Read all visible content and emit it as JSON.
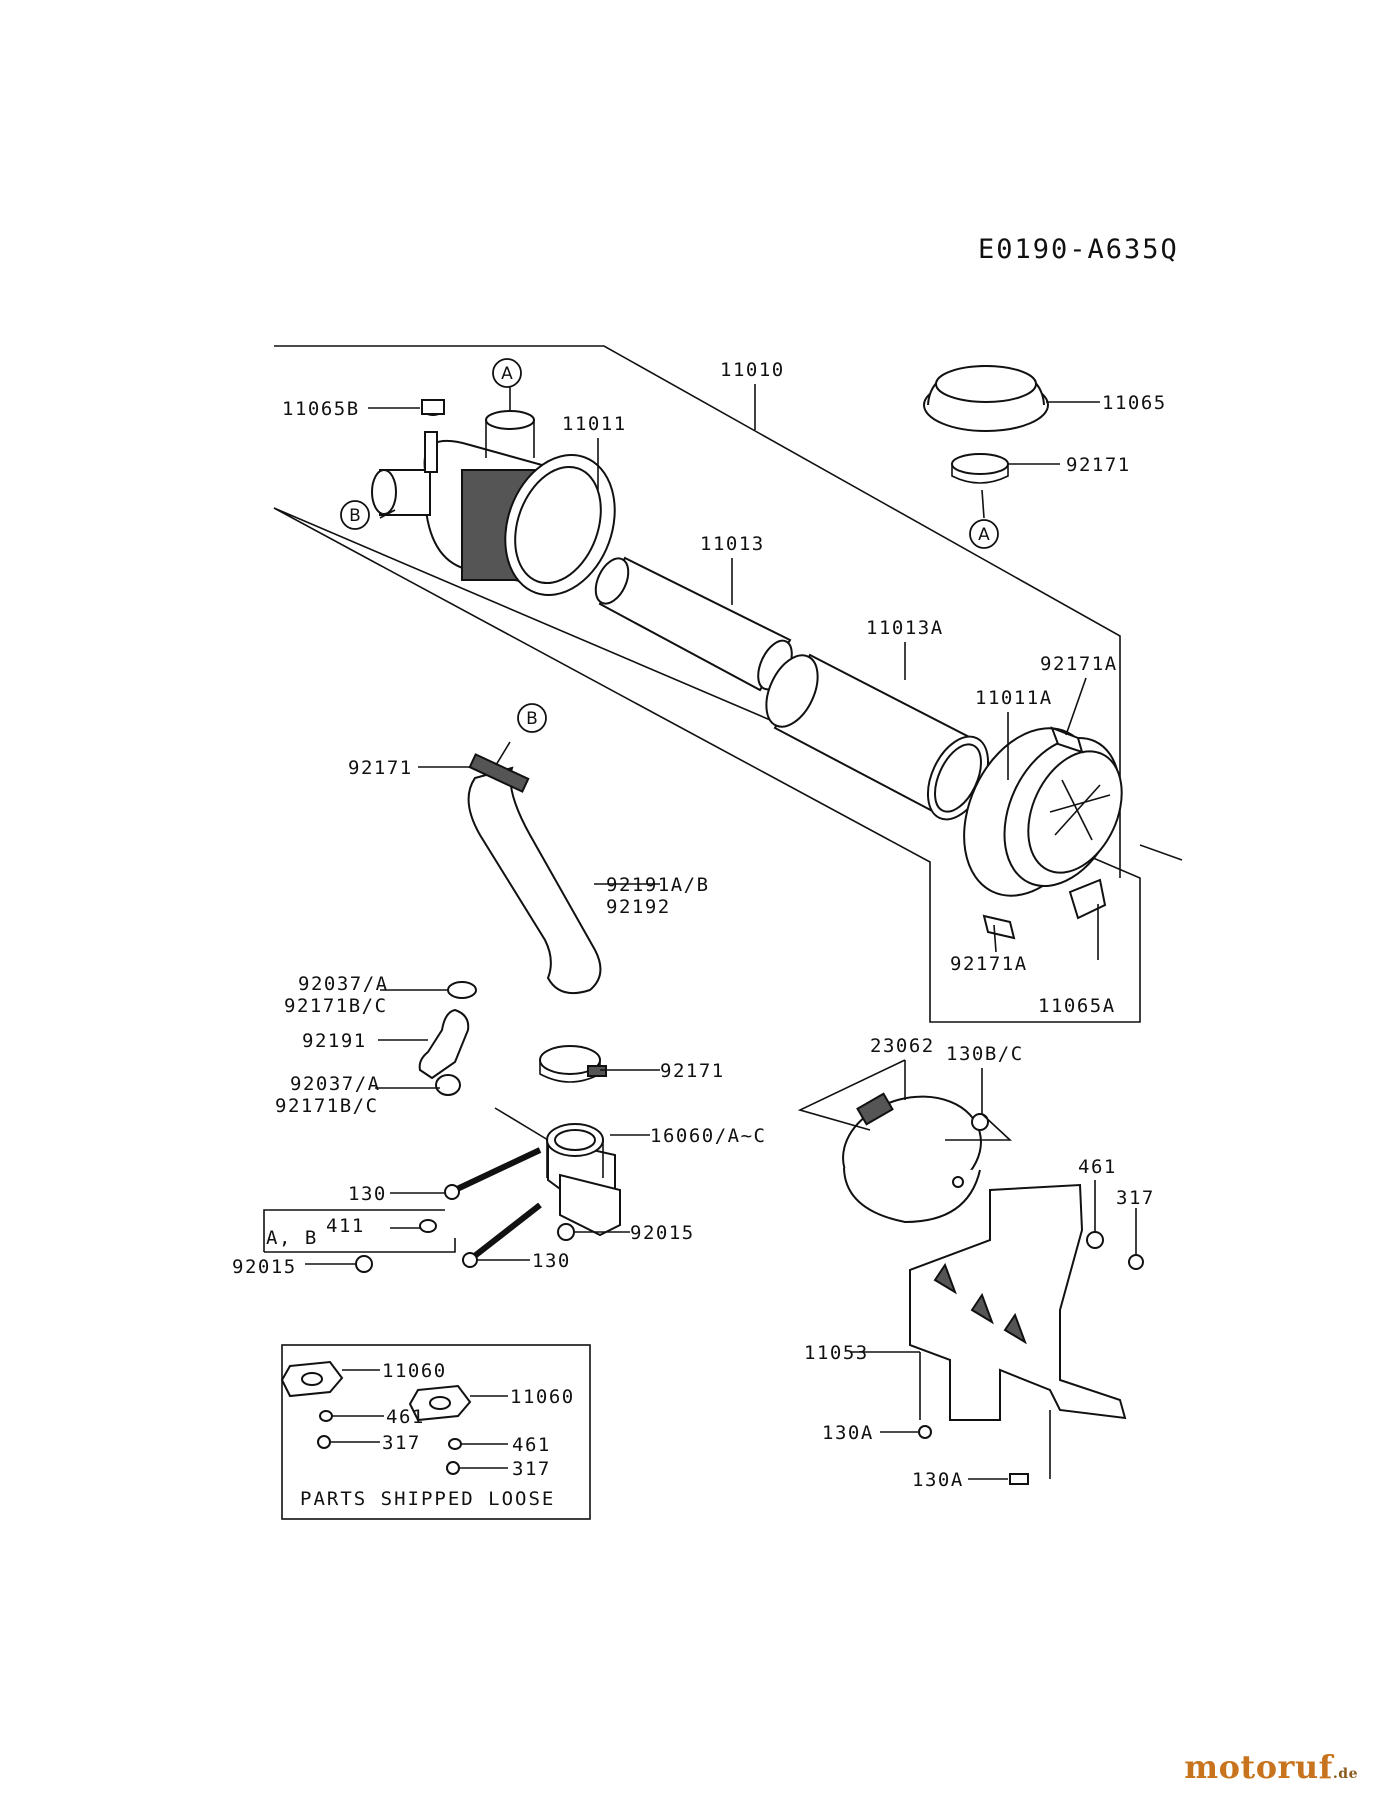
{
  "diagram_code": "E0190-A635Q",
  "callouts": {
    "a_top": "A",
    "a_clamp": "A",
    "b_left": "B",
    "b_hose": "B"
  },
  "labels": {
    "p11010": "11010",
    "p11065B": "11065B",
    "p11011": "11011",
    "p11065": "11065",
    "p92171_top": "92171",
    "p11013": "11013",
    "p11013A": "11013A",
    "p92171A_top": "92171A",
    "p11011A": "11011A",
    "p92171_hose": "92171",
    "p92191AB": "92191A/B",
    "p92192": "92192",
    "p92171A_bot": "92171A",
    "p11065A": "11065A",
    "p92037A_1": "92037/A",
    "p92171BC_1": "92171B/C",
    "p92191": "92191",
    "p92171_clamp": "92171",
    "p92037A_2": "92037/A",
    "p92171BC_2": "92171B/C",
    "p16060": "16060/A~C",
    "p130_a": "130",
    "p411": "411",
    "pAB": "A, B",
    "p92015_r": "92015",
    "p92015_l": "92015",
    "p130_b": "130",
    "p23062": "23062",
    "p130BC": "130B/C",
    "p461": "461",
    "p317": "317",
    "p11053": "11053",
    "p130A_1": "130A",
    "p130A_2": "130A"
  },
  "loose_box": {
    "title": "PARTS SHIPPED LOOSE",
    "l11060_a": "11060",
    "l461_a": "461",
    "l317_a": "317",
    "l11060_b": "11060",
    "l461_b": "461",
    "l317_b": "317"
  },
  "watermark": {
    "name": "motoruf",
    "suffix": ".de"
  }
}
